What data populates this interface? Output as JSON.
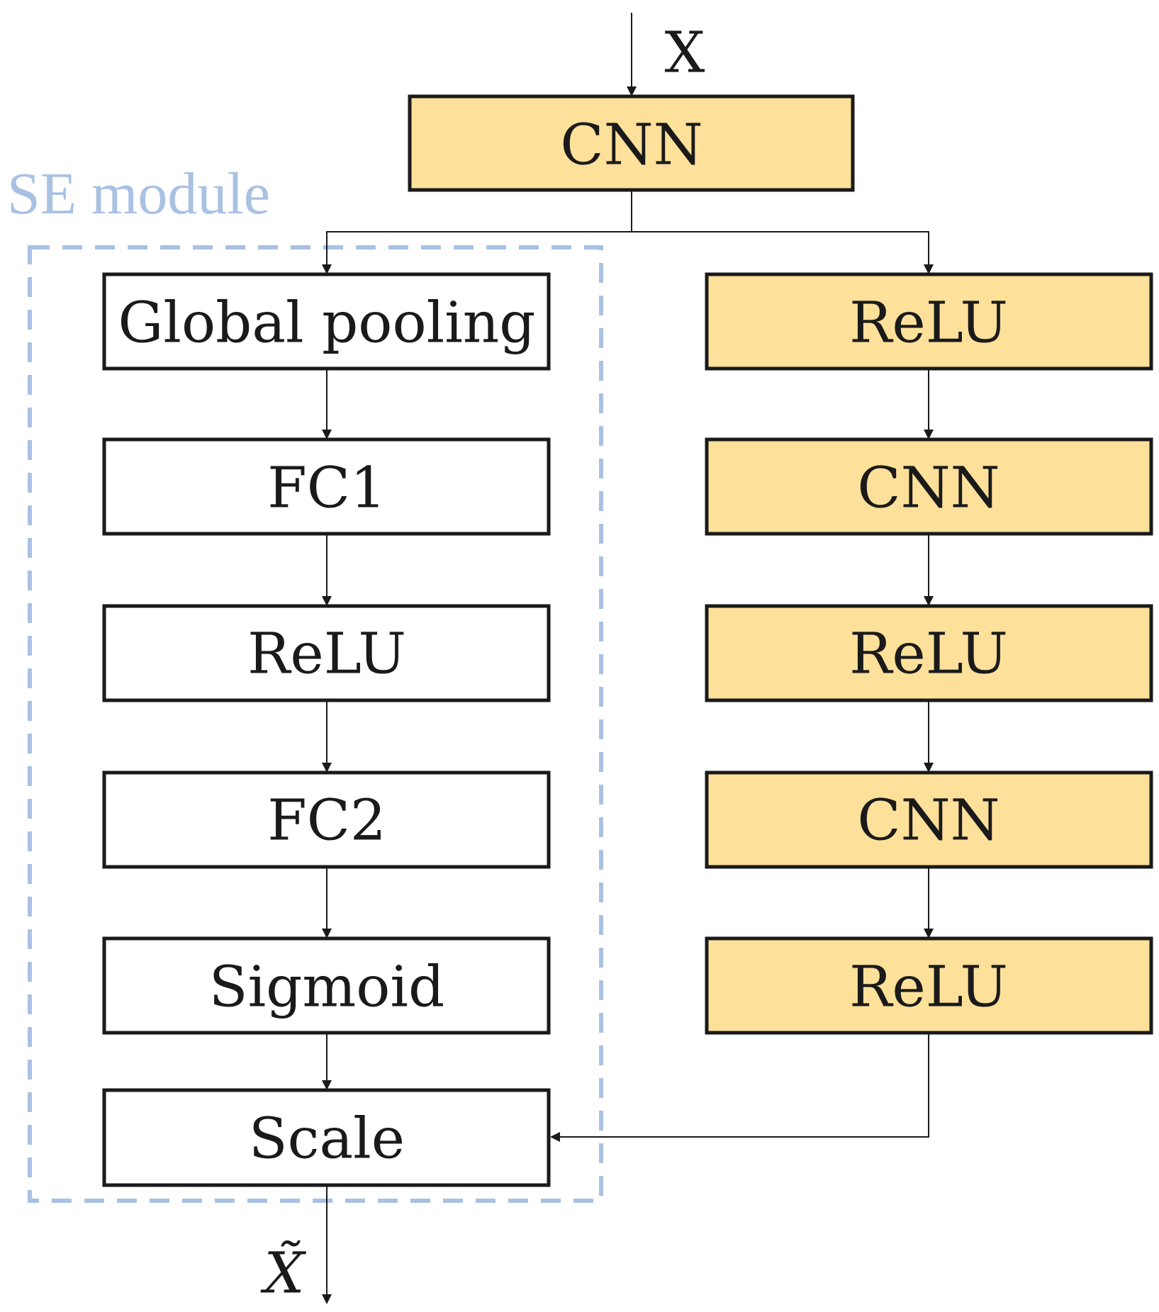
{
  "colors": {
    "residual_fill": "#fde09a",
    "se_fill": "#ffffff",
    "stroke": "#1a1a1a",
    "se_group": "#a9c1e2"
  },
  "input_label": "X",
  "output_label": "X̃",
  "se_module_label": "SE module",
  "nodes": {
    "cnn_top": "CNN",
    "global_pooling": "Global pooling",
    "fc1": "FC1",
    "se_relu": "ReLU",
    "fc2": "FC2",
    "sigmoid": "Sigmoid",
    "scale": "Scale",
    "res_relu_1": "ReLU",
    "res_cnn_1": "CNN",
    "res_relu_2": "ReLU",
    "res_cnn_2": "CNN",
    "res_relu_3": "ReLU"
  },
  "edges": [
    [
      "input",
      "cnn_top"
    ],
    [
      "cnn_top",
      "global_pooling"
    ],
    [
      "cnn_top",
      "res_relu_1"
    ],
    [
      "global_pooling",
      "fc1"
    ],
    [
      "fc1",
      "se_relu"
    ],
    [
      "se_relu",
      "fc2"
    ],
    [
      "fc2",
      "sigmoid"
    ],
    [
      "sigmoid",
      "scale"
    ],
    [
      "res_relu_1",
      "res_cnn_1"
    ],
    [
      "res_cnn_1",
      "res_relu_2"
    ],
    [
      "res_relu_2",
      "res_cnn_2"
    ],
    [
      "res_cnn_2",
      "res_relu_3"
    ],
    [
      "res_relu_3",
      "scale"
    ],
    [
      "scale",
      "output"
    ]
  ]
}
